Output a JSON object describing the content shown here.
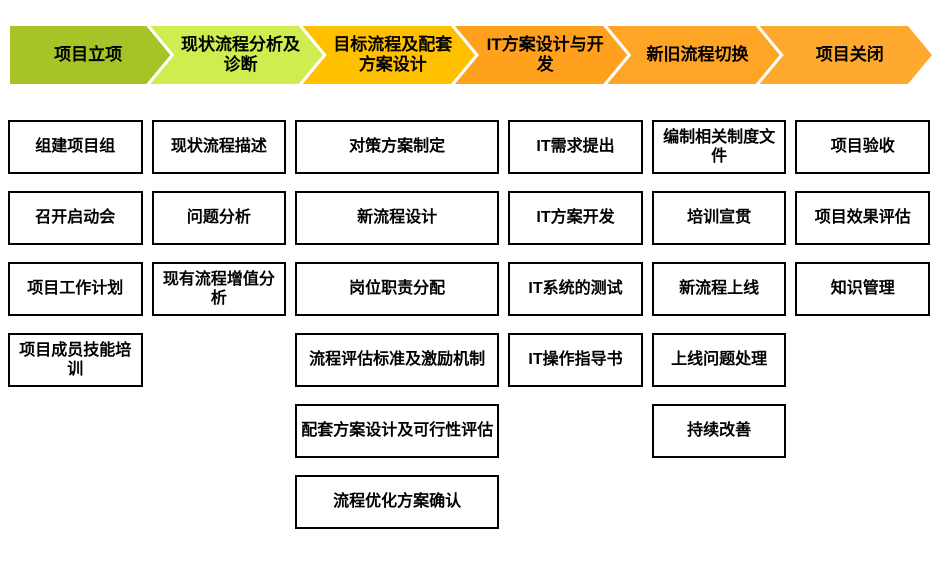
{
  "diagram": {
    "background": "#FFFFFF",
    "border_color": "#000000",
    "text_color": "#000000"
  },
  "phases": [
    {
      "label": "项目立项",
      "color": "#A6C427",
      "items": [
        "组建项目组",
        "召开启动会",
        "项目工作计划",
        "项目成员技能培训"
      ]
    },
    {
      "label": "现状流程分析及诊断",
      "color": "#CDEE4E",
      "items": [
        "现状流程描述",
        "问题分析",
        "现有流程增值分析"
      ]
    },
    {
      "label": "目标流程及配套方案设计",
      "color": "#FFC000",
      "items": [
        "对策方案制定",
        "新流程设计",
        "岗位职责分配",
        "流程评估标准及激励机制",
        "配套方案设计及可行性评估",
        "流程优化方案确认"
      ]
    },
    {
      "label": "IT方案设计与开发",
      "color": "#FFA11C",
      "items": [
        "IT需求提出",
        "IT方案开发",
        "IT系统的测试",
        "IT操作指导书"
      ]
    },
    {
      "label": "新旧流程切换",
      "color": "#FFA526",
      "items": [
        "编制相关制度文件",
        "培训宣贯",
        "新流程上线",
        "上线问题处理",
        "持续改善"
      ]
    },
    {
      "label": "项目关闭",
      "color": "#FFA82E",
      "items": [
        "项目验收",
        "项目效果评估",
        "知识管理"
      ]
    }
  ]
}
